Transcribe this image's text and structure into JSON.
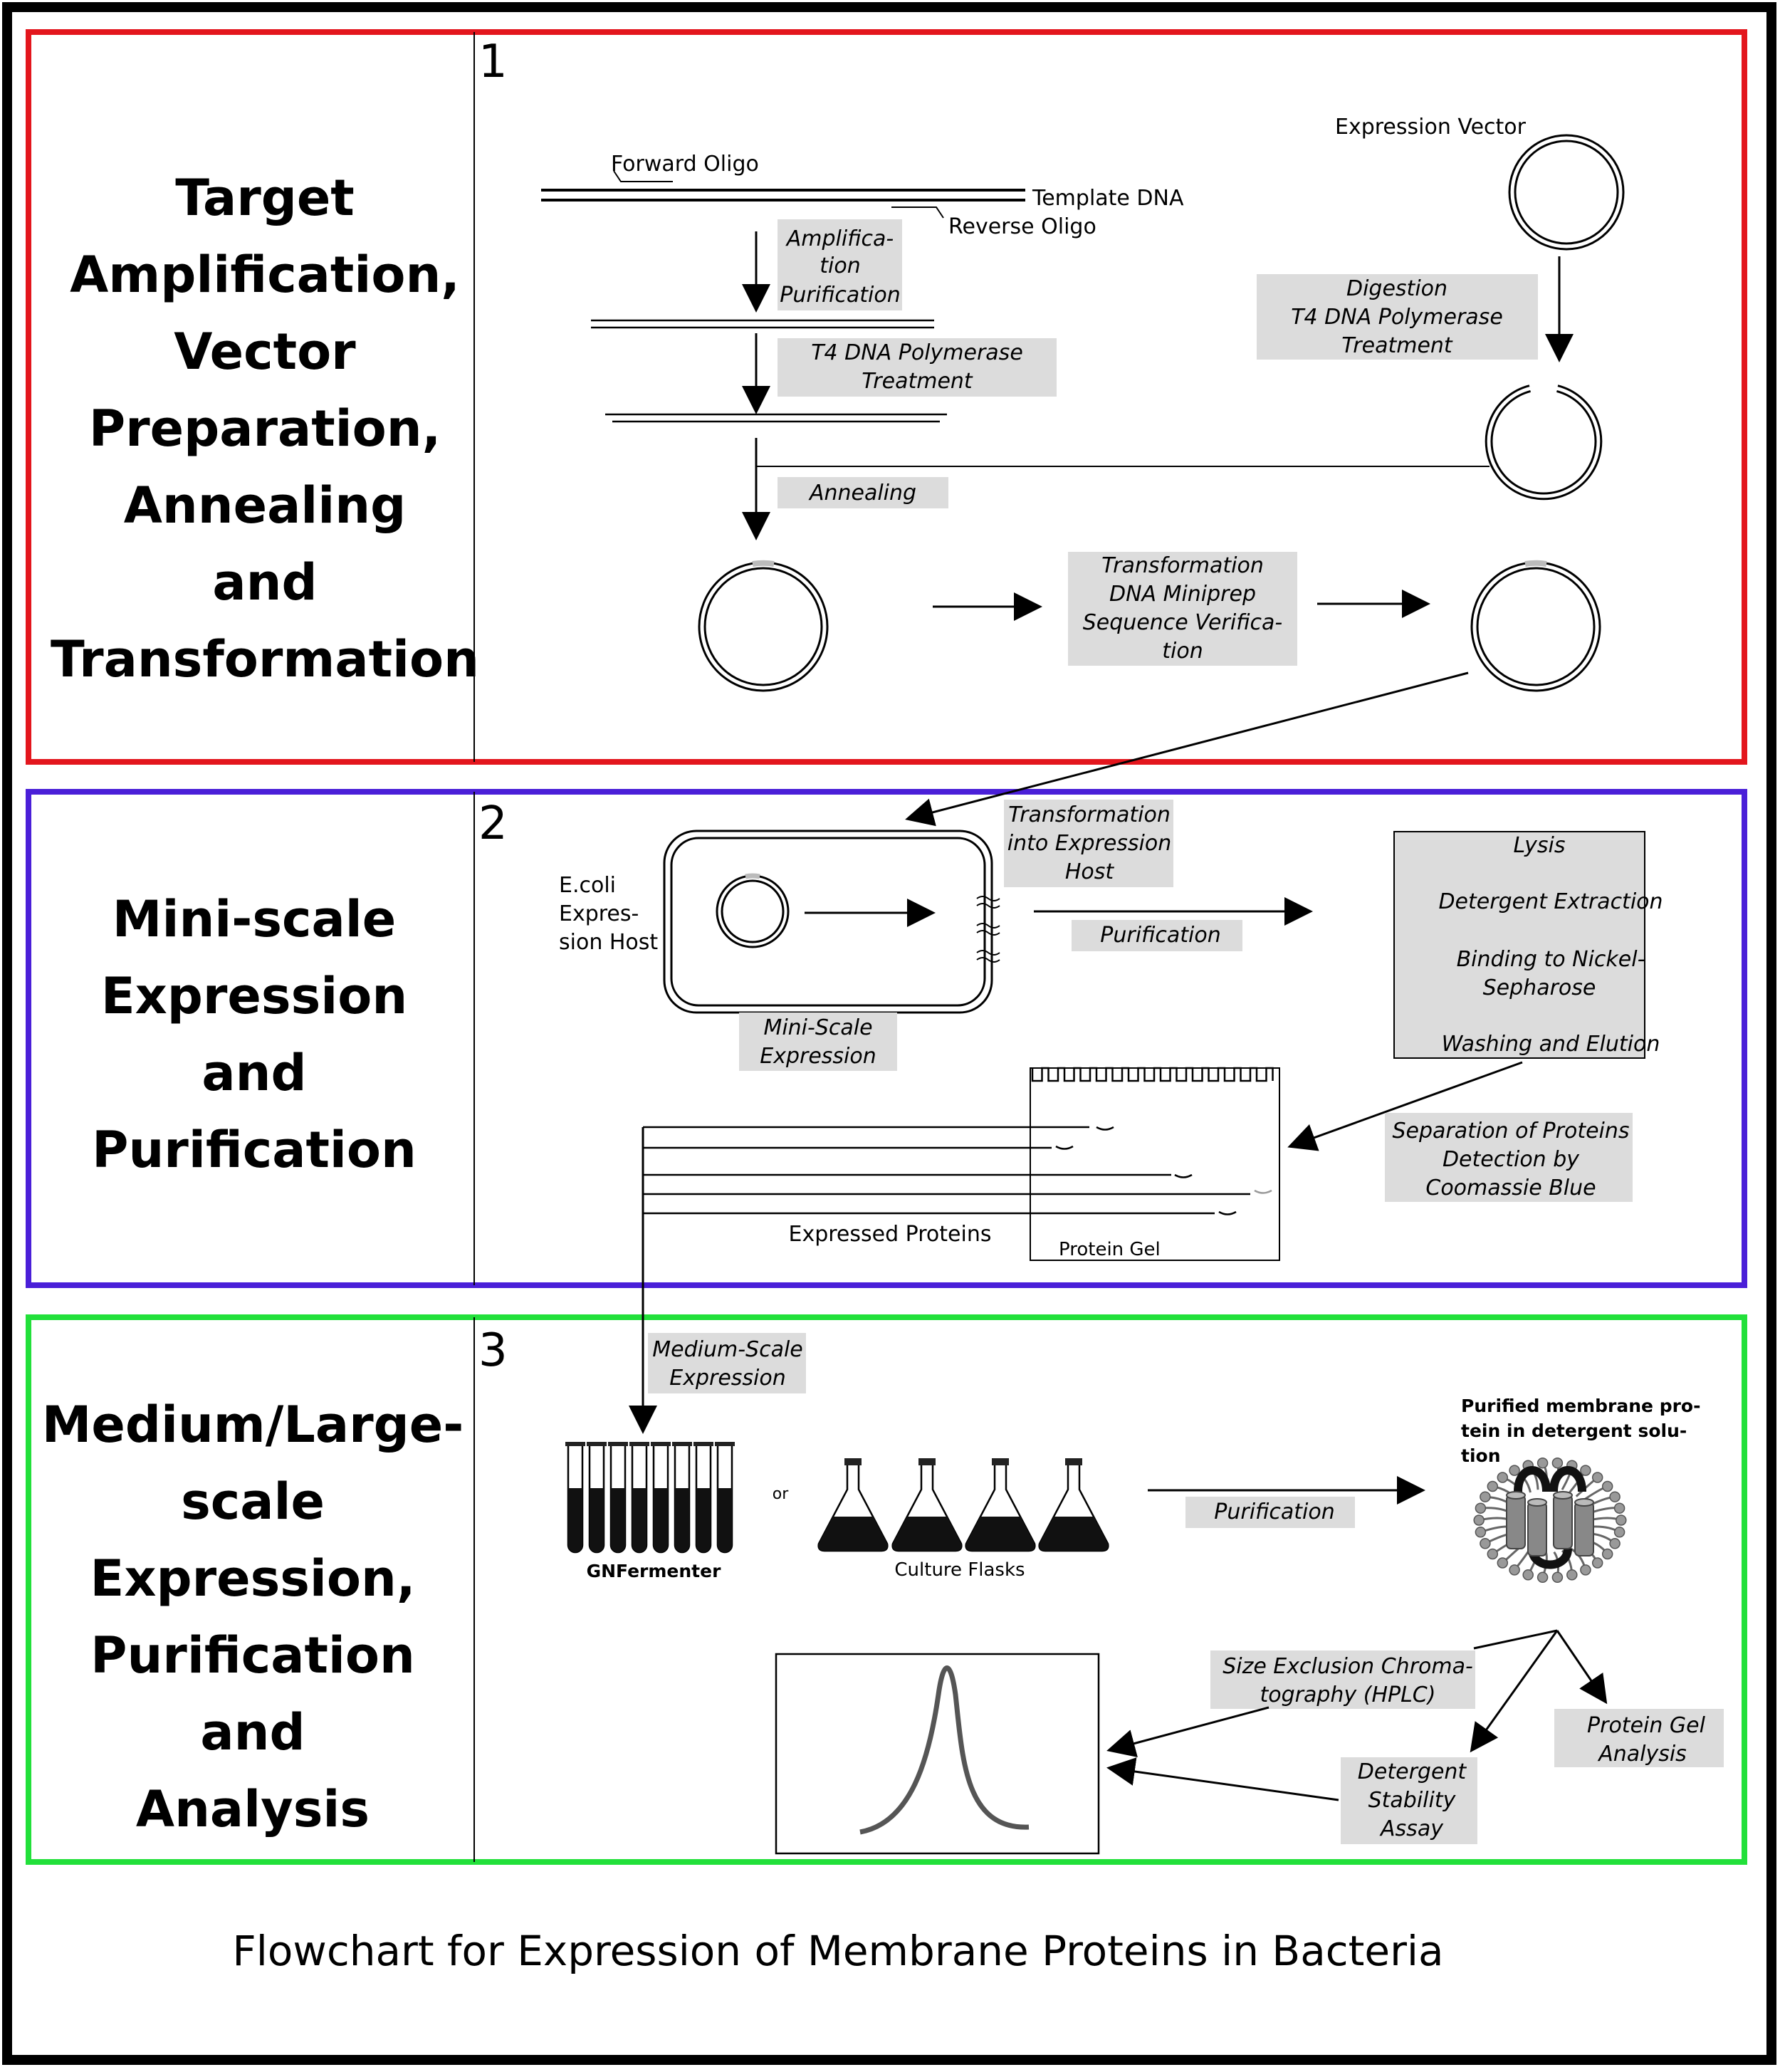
{
  "caption": "Flowchart for Expression of Membrane Proteins in Bacteria",
  "colors": {
    "section1": "#e3161d",
    "section2": "#4a1fd8",
    "section3": "#22e03a",
    "labelBox": "#dcdcdc"
  },
  "sections": [
    {
      "number": "1",
      "title": [
        "Target",
        "Amplification,",
        "Vector",
        "Preparation,",
        "Annealing",
        "and",
        "Transformation"
      ]
    },
    {
      "number": "2",
      "title": [
        "Mini-scale",
        "Expression",
        "and",
        "Purification"
      ]
    },
    {
      "number": "3",
      "title": [
        "Medium/Large-",
        "scale",
        "Expression,",
        "Purification",
        "and",
        "Analysis"
      ]
    }
  ],
  "s1": {
    "forward_oligo": "Forward Oligo",
    "template_dna": "Template DNA",
    "reverse_oligo": "Reverse Oligo",
    "expression_vector": "Expression Vector",
    "amplification": [
      "Amplifica-",
      "tion",
      "Purification"
    ],
    "t4": [
      "T4 DNA Polymerase",
      "Treatment"
    ],
    "digestion": [
      "Digestion",
      "T4 DNA Polymerase",
      "Treatment"
    ],
    "annealing": "Annealing",
    "transformation": [
      "Transformation",
      "DNA Miniprep",
      "Sequence Verifica-",
      "tion"
    ]
  },
  "s2": {
    "transformation_host": [
      "Transformation",
      "into Expression",
      "Host"
    ],
    "ecoli": [
      "E.coli",
      "Expres-",
      "sion Host"
    ],
    "purification": "Purification",
    "mini_scale": [
      "Mini-Scale",
      "Expression"
    ],
    "lysis_box": [
      "Lysis",
      "Detergent Extraction",
      "Binding to Nickel-",
      "Sepharose",
      "Washing and Elution"
    ],
    "separation": [
      "Separation of Proteins",
      "Detection by",
      "Coomassie Blue"
    ],
    "expressed_proteins": "Expressed Proteins",
    "protein_gel": "Protein Gel"
  },
  "s3": {
    "medium_scale": [
      "Medium-Scale",
      "Expression"
    ],
    "or": "or",
    "gnfermenter": "GNFermenter",
    "culture_flasks": "Culture Flasks",
    "purification": "Purification",
    "purified": [
      "Purified membrane pro-",
      "tein in detergent solu-",
      "tion"
    ],
    "sec": [
      "Size Exclusion Chroma-",
      "tography (HPLC)"
    ],
    "protein_gel_analysis": [
      "Protein Gel",
      "Analysis"
    ],
    "detergent": [
      "Detergent",
      "Stability",
      "Assay"
    ]
  }
}
